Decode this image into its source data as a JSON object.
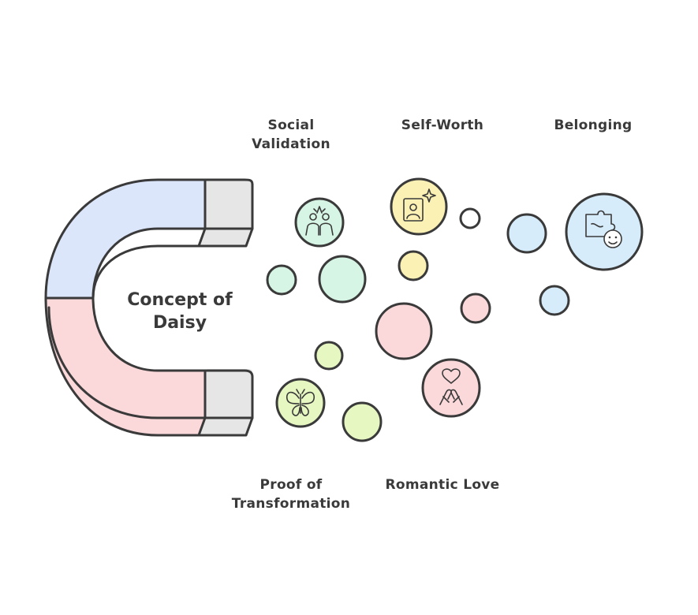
{
  "diagram": {
    "center_label": [
      "Concept of",
      "Daisy"
    ],
    "labels": {
      "social_validation": [
        "Social",
        "Validation"
      ],
      "self_worth": [
        "Self-Worth"
      ],
      "belonging": [
        "Belonging"
      ],
      "proof_of_transformation": [
        "Proof of",
        "Transformation"
      ],
      "romantic_love": [
        "Romantic Love"
      ]
    },
    "icons": {
      "social_validation": "high-five-icon",
      "self_worth": "sparkle-portrait-icon",
      "belonging": "puzzle-face-icon",
      "proof_of_transformation": "butterfly-icon",
      "romantic_love": "heart-hands-icon"
    },
    "colors": {
      "outline": "#3a3a3a",
      "magnet_top": "#dce6fb",
      "magnet_bottom": "#fbd8da",
      "magnet_tips": "#e6e6e6",
      "social_validation": "#d6f5e4",
      "self_worth": "#fbf1b4",
      "belonging": "#d6ecfa",
      "proof_of_transformation": "#e6f7c2",
      "romantic_love": "#fbd8da"
    }
  }
}
